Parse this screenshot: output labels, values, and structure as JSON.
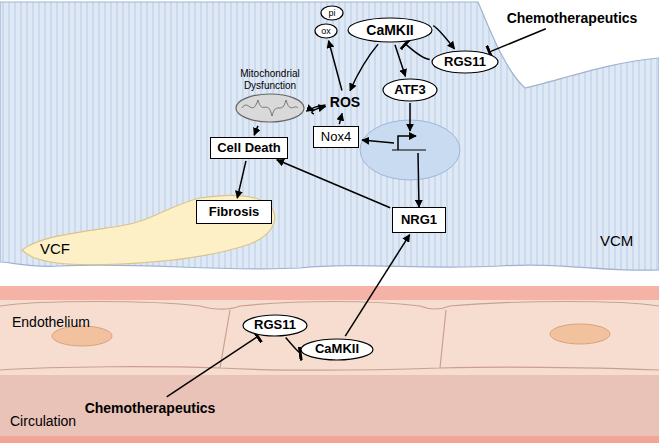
{
  "diagram": {
    "nodes": [
      {
        "text": [
          "Mitochondrial Dysfunction"
        ]
      },
      {
        "text": [
          "pi"
        ]
      },
      {
        "text": [
          "ox"
        ]
      },
      {
        "text": [
          "CaMKII"
        ]
      },
      {
        "text": [
          "RGS11"
        ]
      },
      {
        "text": [
          "ATF3"
        ]
      },
      {
        "text": [
          "ROS"
        ]
      },
      {
        "text": [
          "Nox4"
        ]
      },
      {
        "text": [
          "Cell Death"
        ]
      },
      {
        "text": [
          "Fibrosis"
        ]
      },
      {
        "text": [
          "NRG1"
        ]
      },
      {
        "text": [
          "Chemotherapeutics"
        ]
      },
      {
        "text": [
          "RGS11"
        ]
      },
      {
        "text": [
          "CaMKII"
        ]
      },
      {
        "text": [
          "Chemotherapeutics"
        ]
      }
    ],
    "edges": [
      {
        "from": 6,
        "to": 0,
        "arrow": "to"
      },
      {
        "from": 0,
        "to": 6,
        "arrow": "to"
      },
      {
        "from": 6,
        "to": 2,
        "arrow": "to"
      },
      {
        "from": 3,
        "to": 6,
        "arrow": "to"
      },
      {
        "from": 3,
        "to": 4,
        "arrow": "to"
      },
      {
        "from": 4,
        "to": 3,
        "arrow": "to"
      },
      {
        "from": 3,
        "to": 5,
        "arrow": "to"
      },
      {
        "from": 7,
        "to": 6,
        "arrow": "to"
      },
      {
        "from": 0,
        "to": 8,
        "arrow": "to"
      },
      {
        "from": 8,
        "to": 9,
        "arrow": "to"
      },
      {
        "from": 10,
        "to": 8,
        "arrow": "to"
      },
      {
        "from": 11,
        "to": 4,
        "arrow": "to"
      },
      {
        "from": 12,
        "to": 13,
        "arrow": "to"
      },
      {
        "from": 14,
        "to": 12,
        "arrow": "to"
      },
      {
        "from": 13,
        "to": 10,
        "arrow": "to"
      }
    ],
    "labels": [
      "VCM",
      "VCF",
      "Endothelium",
      "Circulation"
    ]
  }
}
